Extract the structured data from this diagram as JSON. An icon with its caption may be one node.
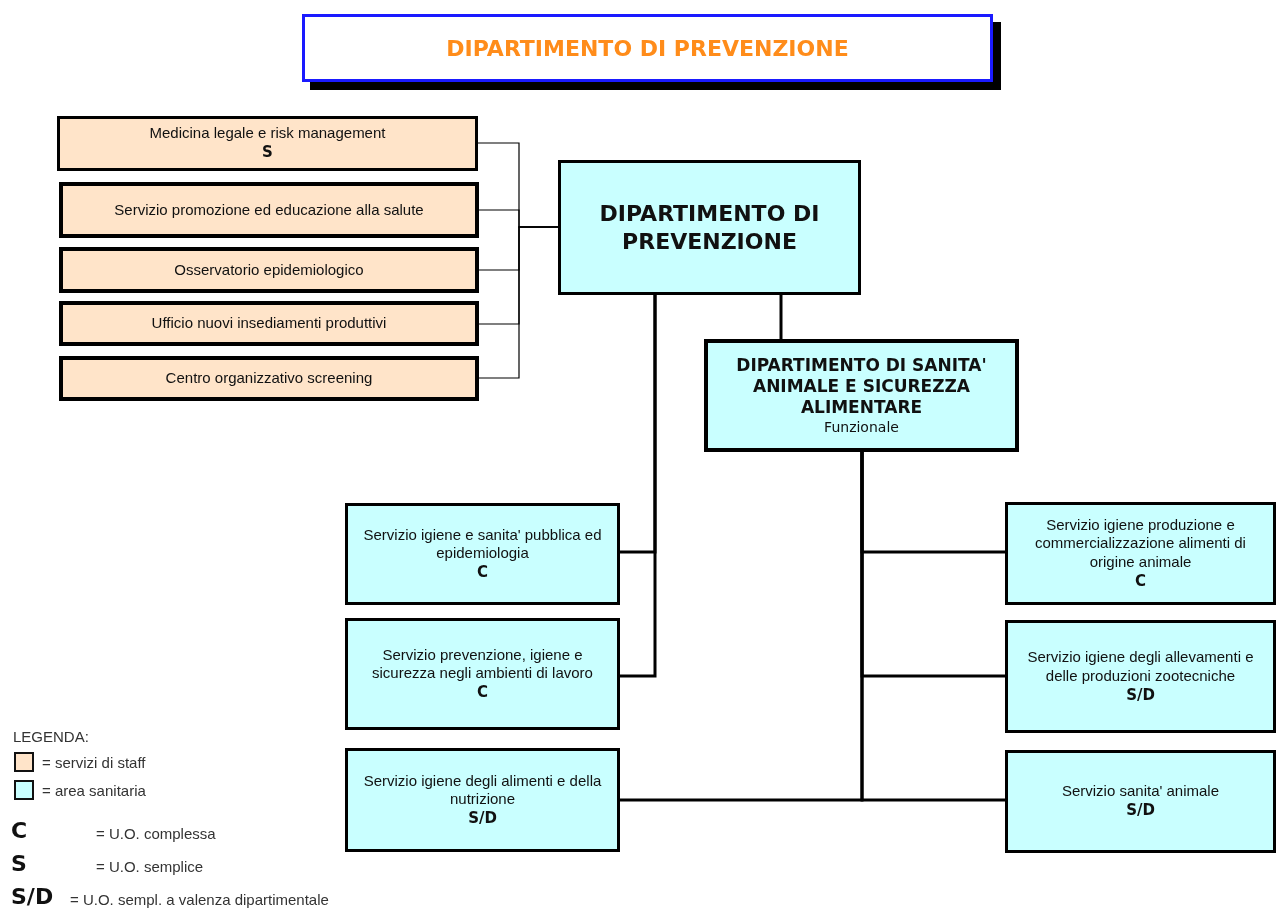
{
  "diagram": {
    "title": "DIPARTIMENTO DI PREVENZIONE",
    "nodes": [
      {
        "text": [
          "Medicina legale e risk management",
          "S"
        ]
      },
      {
        "text": [
          "Servizio promozione ed educazione alla salute"
        ]
      },
      {
        "text": [
          "Osservatorio epidemiologico"
        ]
      },
      {
        "text": [
          "Ufficio nuovi insediamenti produttivi"
        ]
      },
      {
        "text": [
          "Centro organizzativo screening"
        ]
      },
      {
        "text": [
          "DIPARTIMENTO DI PREVENZIONE"
        ]
      },
      {
        "text": [
          "DIPARTIMENTO DI SANITA' ANIMALE E SICUREZZA ALIMENTARE",
          "Funzionale"
        ]
      },
      {
        "text": [
          "Servizio igiene e sanita' pubblica ed epidemiologia",
          "C"
        ]
      },
      {
        "text": [
          "Servizio prevenzione, igiene e sicurezza negli ambienti di lavoro",
          "C"
        ]
      },
      {
        "text": [
          "Servizio igiene degli alimenti e della nutrizione",
          "S/D"
        ]
      },
      {
        "text": [
          "Servizio igiene produzione e commercializzazione alimenti di origine animale",
          "C"
        ]
      },
      {
        "text": [
          "Servizio igiene degli allevamenti e delle produzioni zootecniche",
          "S/D"
        ]
      },
      {
        "text": [
          "Servizio sanita' animale",
          "S/D"
        ]
      }
    ],
    "edges": [
      {
        "from": 0,
        "to": 5,
        "arrow": "none"
      },
      {
        "from": 1,
        "to": 5,
        "arrow": "none"
      },
      {
        "from": 2,
        "to": 5,
        "arrow": "none"
      },
      {
        "from": 3,
        "to": 5,
        "arrow": "none"
      },
      {
        "from": 4,
        "to": 5,
        "arrow": "none"
      },
      {
        "from": 5,
        "to": 6,
        "arrow": "none"
      },
      {
        "from": 5,
        "to": 7,
        "arrow": "none"
      },
      {
        "from": 5,
        "to": 8,
        "arrow": "none"
      },
      {
        "from": 6,
        "to": 9,
        "arrow": "none"
      },
      {
        "from": 6,
        "to": 10,
        "arrow": "none"
      },
      {
        "from": 6,
        "to": 11,
        "arrow": "none"
      },
      {
        "from": 6,
        "to": 12,
        "arrow": "none"
      }
    ],
    "labels": [
      "LEGENDA:",
      "C",
      "= U.O. complessa",
      "S",
      "= U.O. semplice",
      "S/D",
      "= U.O. sempl. a valenza dipartimentale"
    ],
    "legend": [
      {
        "text": "= servizi di staff",
        "color": "#ffe4c9"
      },
      {
        "text": "= area sanitaria",
        "color": "#c9ffff"
      }
    ]
  }
}
